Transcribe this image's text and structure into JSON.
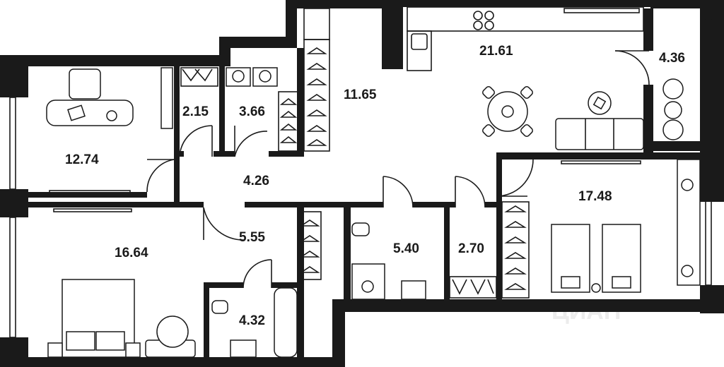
{
  "plan": {
    "rooms": [
      {
        "id": "kitchen-living",
        "area": "21.61"
      },
      {
        "id": "balcony",
        "area": "4.36"
      },
      {
        "id": "hall",
        "area": "11.65"
      },
      {
        "id": "study",
        "area": "12.74"
      },
      {
        "id": "closet-small",
        "area": "2.15"
      },
      {
        "id": "laundry",
        "area": "3.66"
      },
      {
        "id": "corridor",
        "area": "4.26"
      },
      {
        "id": "bedroom-kids",
        "area": "17.48"
      },
      {
        "id": "bedroom-master",
        "area": "16.64"
      },
      {
        "id": "dressing-master",
        "area": "5.55"
      },
      {
        "id": "bathroom-main",
        "area": "5.40"
      },
      {
        "id": "wardrobe",
        "area": "2.70"
      },
      {
        "id": "bathroom-ensuite",
        "area": "4.32"
      }
    ],
    "watermark": "ЦИАН"
  }
}
